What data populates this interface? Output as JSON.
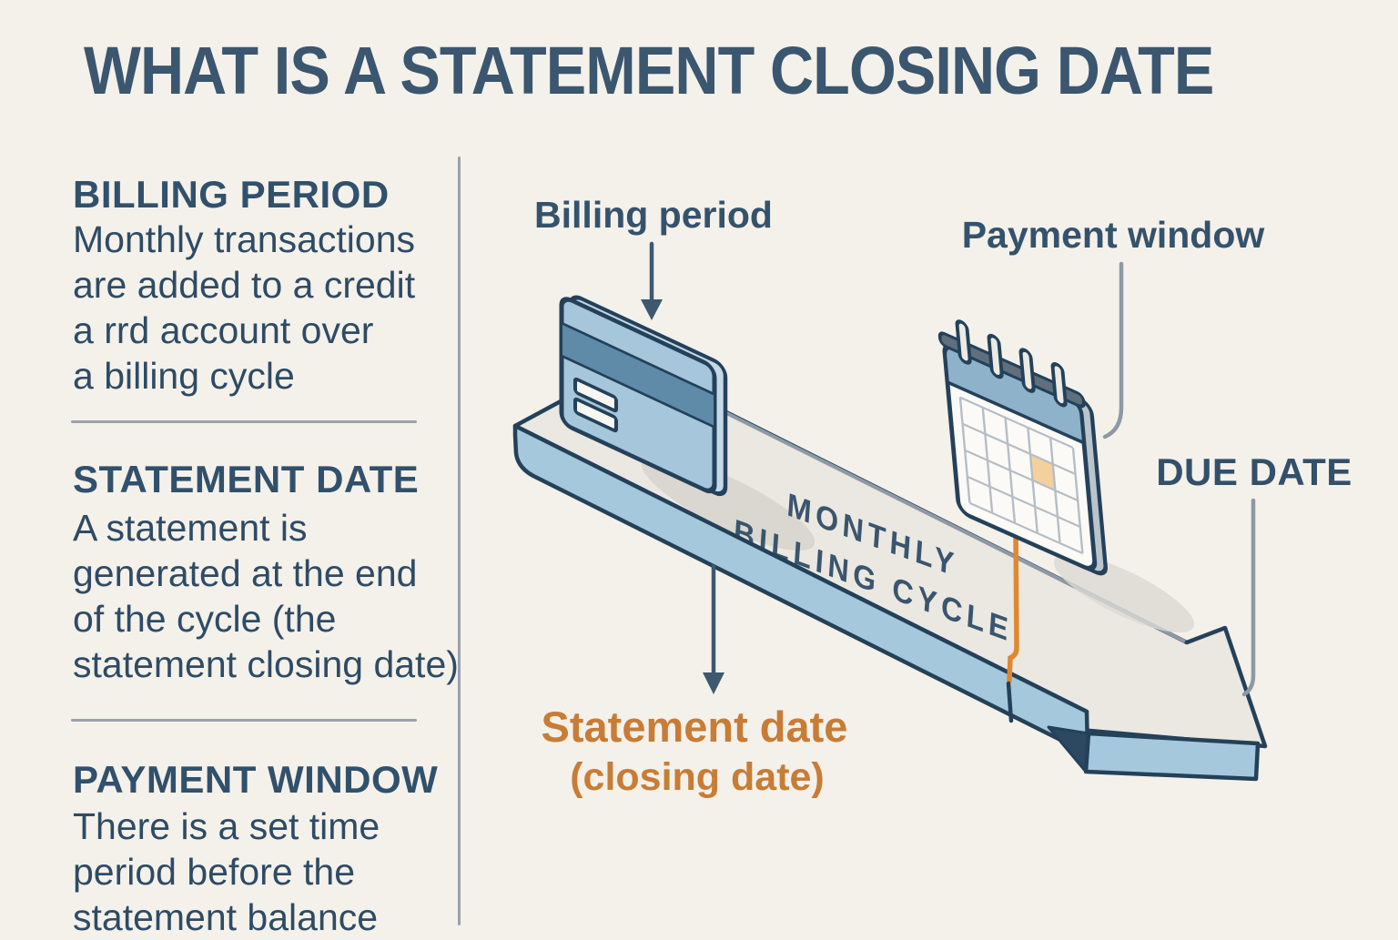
{
  "title": "WHAT IS A STATEMENT CLOSING DATE",
  "sections": [
    {
      "heading": "BILLING PERIOD",
      "lines": [
        "Monthly transactions",
        "are added to a credit",
        "a rrd account over",
        "a billing cycle"
      ]
    },
    {
      "heading": "STATEMENT DATE",
      "lines": [
        "A statement is",
        "generated at the end",
        "of the cycle (the",
        "statement closing date)"
      ]
    },
    {
      "heading": "PAYMENT WINDOW",
      "lines": [
        "There is a set time",
        "period before the",
        "statement balance"
      ]
    }
  ],
  "diagram": {
    "billing_period_label": "Billing period",
    "payment_window_label": "Payment window",
    "due_date_label": "DUE DATE",
    "cycle_label_line1": "MONTHLY",
    "cycle_label_line2": "BILLING CYCLE",
    "statement_date_label": "Statement date",
    "closing_date_label": "(closing date)"
  },
  "colors": {
    "background": "#f4f1ea",
    "text_dark_slate": "#31506b",
    "accent_orange_text": "#c87c35",
    "accent_orange_line": "#e0872f",
    "platform_top": "#eae8e1",
    "platform_side_blue": "#a6c8dd",
    "outline_navy": "#24415a",
    "card_face_blue": "#a5c6db",
    "card_stripe_blue": "#5f8aa8",
    "calendar_header_blue": "#8db2ca",
    "calendar_cell_highlight": "#f4d09c",
    "connector_gray": "#8e99a4"
  }
}
